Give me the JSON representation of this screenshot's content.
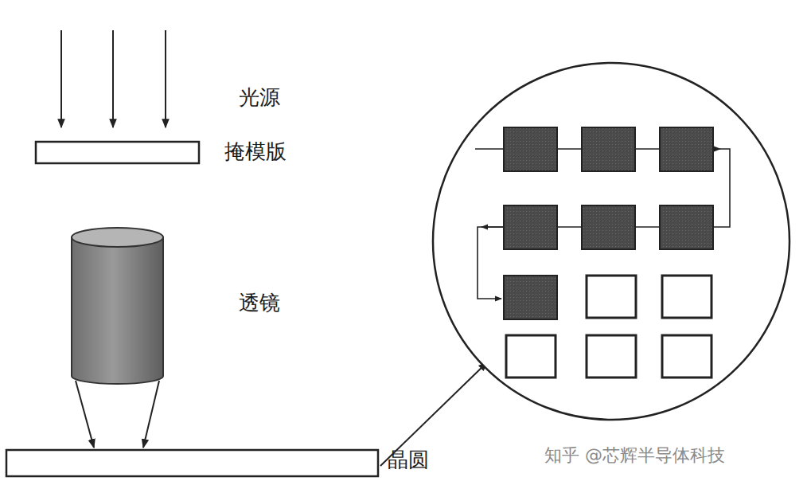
{
  "diagram": {
    "labels": [
      "光源",
      "掩模版",
      "透镜",
      "晶圆",
      "知乎 @芯辉半导体科技"
    ]
  }
}
